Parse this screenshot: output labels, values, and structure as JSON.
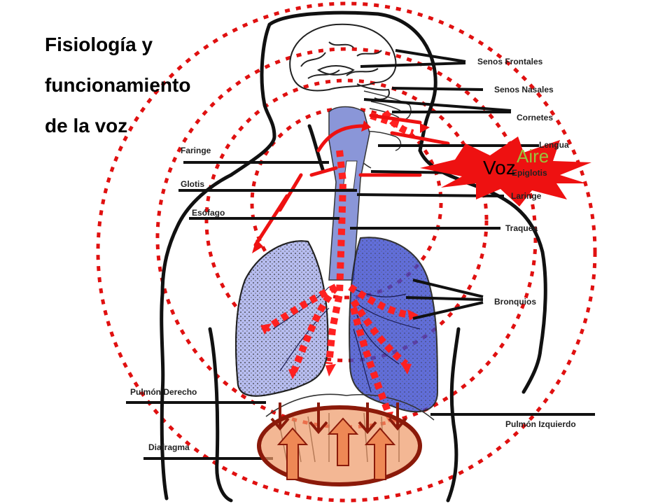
{
  "title": {
    "line1": "Fisiología y",
    "line2": "funcionamiento",
    "line3": "de la voz"
  },
  "labels_right": {
    "senos_frontales": "Senos Frontales",
    "senos_nasales": "Senos Nasales",
    "cornetes": "Cornetes",
    "lengua": "Lengua",
    "epiglotis": "Epiglotis",
    "laringe": "Laringe",
    "traquea": "Traquea",
    "bronquios": "Bronquios",
    "pulmon_izquierdo": "Pulmón Izquierdo"
  },
  "labels_left": {
    "faringe": "Faringe",
    "glotis": "Glotis",
    "esofago": "Esófago",
    "pulmon_derecho": "Pulmón Derecho",
    "diafragma": "Diafragma"
  },
  "burst": {
    "aire": "Aire",
    "voz": "Voz"
  },
  "colors": {
    "wave": "#e01010",
    "airway": "#ff2020",
    "lung_fill": "#3a4bd0",
    "burst": "#ee1111",
    "aire_text": "#9ac23c",
    "diaphragm": "#ee9966",
    "diaphragm_outline": "#8b1a0a"
  }
}
